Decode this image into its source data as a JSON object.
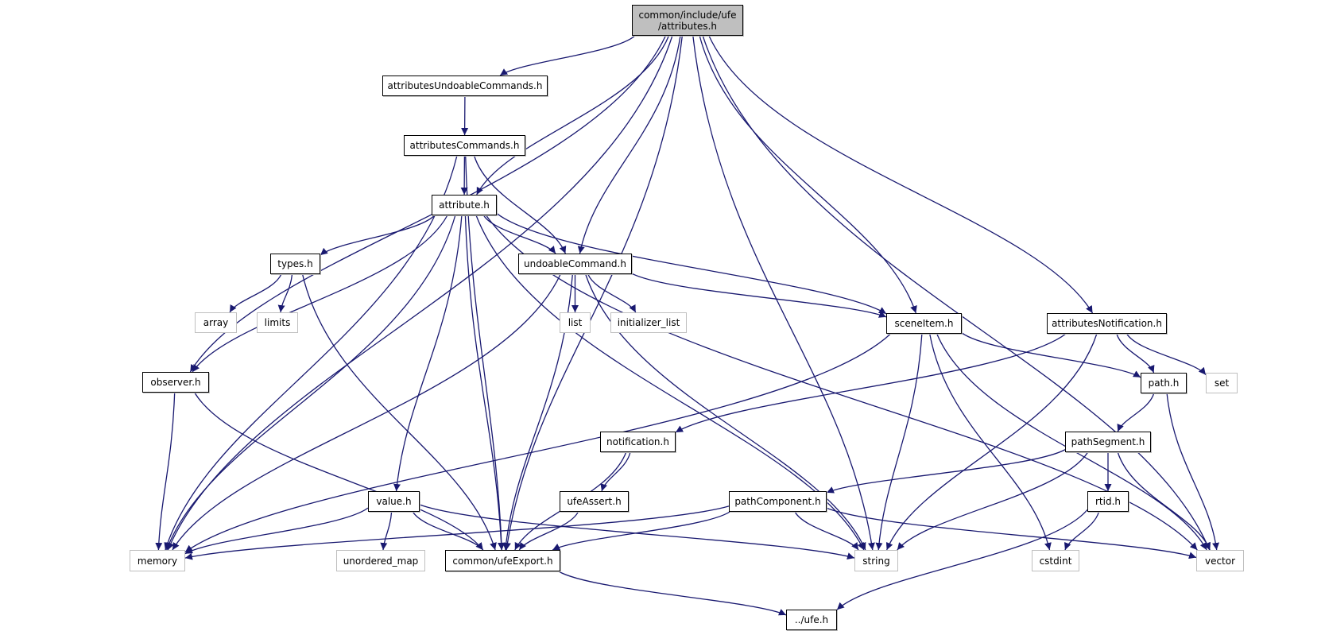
{
  "title": "common/include/ufe/attributes.h include dependency graph",
  "colors": {
    "edge": "#191970",
    "root_fill": "#bfbfbf",
    "internal_border": "#000000",
    "external_border": "#bfbfbf"
  },
  "nodes": [
    {
      "id": "attributes",
      "label": "common/include/ufe\n/attributes.h",
      "kind": "root"
    },
    {
      "id": "attributesUndoableCommands",
      "label": "attributesUndoableCommands.h",
      "kind": "internal"
    },
    {
      "id": "attributesCommands",
      "label": "attributesCommands.h",
      "kind": "internal"
    },
    {
      "id": "attribute",
      "label": "attribute.h",
      "kind": "internal"
    },
    {
      "id": "types",
      "label": "types.h",
      "kind": "internal"
    },
    {
      "id": "undoableCommand",
      "label": "undoableCommand.h",
      "kind": "internal"
    },
    {
      "id": "array",
      "label": "array",
      "kind": "external"
    },
    {
      "id": "limits",
      "label": "limits",
      "kind": "external"
    },
    {
      "id": "list",
      "label": "list",
      "kind": "external"
    },
    {
      "id": "initializer_list",
      "label": "initializer_list",
      "kind": "external"
    },
    {
      "id": "sceneItem",
      "label": "sceneItem.h",
      "kind": "internal"
    },
    {
      "id": "attributesNotification",
      "label": "attributesNotification.h",
      "kind": "internal"
    },
    {
      "id": "observer",
      "label": "observer.h",
      "kind": "internal"
    },
    {
      "id": "path",
      "label": "path.h",
      "kind": "internal"
    },
    {
      "id": "set",
      "label": "set",
      "kind": "external"
    },
    {
      "id": "notification",
      "label": "notification.h",
      "kind": "internal"
    },
    {
      "id": "pathSegment",
      "label": "pathSegment.h",
      "kind": "internal"
    },
    {
      "id": "value",
      "label": "value.h",
      "kind": "internal"
    },
    {
      "id": "ufeAssert",
      "label": "ufeAssert.h",
      "kind": "internal"
    },
    {
      "id": "pathComponent",
      "label": "pathComponent.h",
      "kind": "internal"
    },
    {
      "id": "rtid",
      "label": "rtid.h",
      "kind": "internal"
    },
    {
      "id": "memory",
      "label": "memory",
      "kind": "external"
    },
    {
      "id": "unordered_map",
      "label": "unordered_map",
      "kind": "external"
    },
    {
      "id": "ufeExport",
      "label": "common/ufeExport.h",
      "kind": "internal"
    },
    {
      "id": "string",
      "label": "string",
      "kind": "external"
    },
    {
      "id": "cstdint",
      "label": "cstdint",
      "kind": "external"
    },
    {
      "id": "vector",
      "label": "vector",
      "kind": "external"
    },
    {
      "id": "ufe",
      "label": "../ufe.h",
      "kind": "internal"
    }
  ],
  "edges": [
    [
      "attributes",
      "memory"
    ],
    [
      "attributes",
      "observer"
    ],
    [
      "attributes",
      "attributesUndoableCommands"
    ],
    [
      "attributes",
      "attribute"
    ],
    [
      "attributes",
      "undoableCommand"
    ],
    [
      "attributes",
      "ufeExport"
    ],
    [
      "attributes",
      "sceneItem"
    ],
    [
      "attributes",
      "string"
    ],
    [
      "attributes",
      "attributesNotification"
    ],
    [
      "attributes",
      "vector"
    ],
    [
      "attributesUndoableCommands",
      "attributesCommands"
    ],
    [
      "attributesCommands",
      "attribute"
    ],
    [
      "attributesCommands",
      "undoableCommand"
    ],
    [
      "attributesCommands",
      "memory"
    ],
    [
      "attributesCommands",
      "ufeExport"
    ],
    [
      "attribute",
      "types"
    ],
    [
      "attribute",
      "undoableCommand"
    ],
    [
      "attribute",
      "sceneItem"
    ],
    [
      "attribute",
      "observer"
    ],
    [
      "attribute",
      "value"
    ],
    [
      "attribute",
      "memory"
    ],
    [
      "attribute",
      "ufeExport"
    ],
    [
      "attribute",
      "string"
    ],
    [
      "attribute",
      "vector"
    ],
    [
      "types",
      "array"
    ],
    [
      "types",
      "limits"
    ],
    [
      "types",
      "ufeExport"
    ],
    [
      "undoableCommand",
      "list"
    ],
    [
      "undoableCommand",
      "initializer_list"
    ],
    [
      "undoableCommand",
      "sceneItem"
    ],
    [
      "undoableCommand",
      "memory"
    ],
    [
      "undoableCommand",
      "ufeExport"
    ],
    [
      "undoableCommand",
      "string"
    ],
    [
      "sceneItem",
      "path"
    ],
    [
      "sceneItem",
      "memory"
    ],
    [
      "sceneItem",
      "string"
    ],
    [
      "sceneItem",
      "cstdint"
    ],
    [
      "sceneItem",
      "vector"
    ],
    [
      "attributesNotification",
      "path"
    ],
    [
      "attributesNotification",
      "set"
    ],
    [
      "attributesNotification",
      "notification"
    ],
    [
      "attributesNotification",
      "string"
    ],
    [
      "observer",
      "memory"
    ],
    [
      "observer",
      "ufeExport"
    ],
    [
      "path",
      "pathSegment"
    ],
    [
      "path",
      "vector"
    ],
    [
      "notification",
      "ufeAssert"
    ],
    [
      "notification",
      "ufeExport"
    ],
    [
      "pathSegment",
      "pathComponent"
    ],
    [
      "pathSegment",
      "rtid"
    ],
    [
      "pathSegment",
      "string"
    ],
    [
      "pathSegment",
      "vector"
    ],
    [
      "value",
      "memory"
    ],
    [
      "value",
      "unordered_map"
    ],
    [
      "value",
      "ufeExport"
    ],
    [
      "value",
      "string"
    ],
    [
      "ufeAssert",
      "ufeExport"
    ],
    [
      "pathComponent",
      "memory"
    ],
    [
      "pathComponent",
      "ufeExport"
    ],
    [
      "pathComponent",
      "string"
    ],
    [
      "pathComponent",
      "vector"
    ],
    [
      "rtid",
      "cstdint"
    ],
    [
      "rtid",
      "ufe"
    ],
    [
      "ufeExport",
      "ufe"
    ]
  ]
}
